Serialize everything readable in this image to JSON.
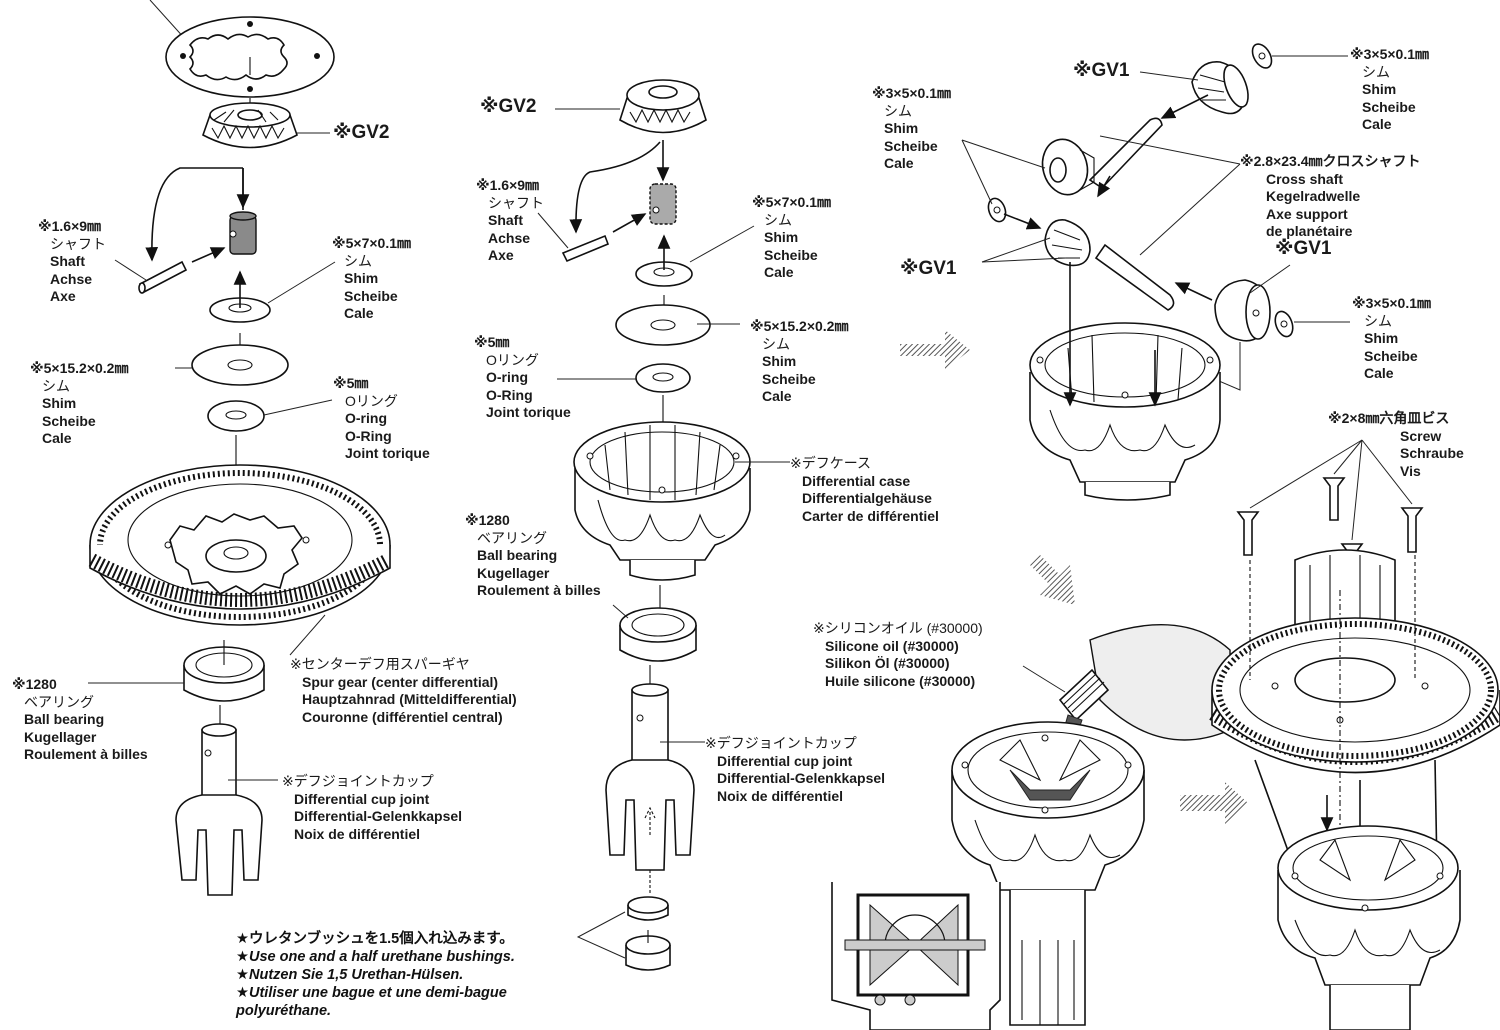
{
  "title": "Center differential assembly (exploded view)",
  "colors": {
    "ink": "#111111",
    "paper": "#ffffff",
    "shaded_part": "#8a8a8a",
    "oil": "#555555"
  },
  "icons": {
    "step_arrow": "hatched-right-arrow",
    "step_arrow_down": "hatched-down-arrow",
    "bullet": "★",
    "reference_mark": "※"
  },
  "left_assembly": {
    "gv2": "※GV2",
    "shaft": {
      "size": "※1.6×9㎜",
      "jp": "シャフト",
      "en": "Shaft",
      "de": "Achse",
      "fr": "Axe"
    },
    "shim_small": {
      "size": "※5×7×0.1㎜",
      "jp": "シム",
      "en": "Shim",
      "de": "Scheibe",
      "fr": "Cale"
    },
    "shim_large": {
      "size": "※5×15.2×0.2㎜",
      "jp": "シム",
      "en": "Shim",
      "de": "Scheibe",
      "fr": "Cale"
    },
    "oring": {
      "size": "※5㎜",
      "jp": "Oリング",
      "en": "O-ring",
      "de": "O-Ring",
      "fr": "Joint torique"
    },
    "spur_gear": {
      "jp": "※センターデフ用スパーギヤ",
      "en": "Spur gear (center differential)",
      "de": "Hauptzahnrad (Mitteldifferential)",
      "fr": "Couronne (différentiel central)"
    },
    "bearing": {
      "size": "※1280",
      "jp": "ベアリング",
      "en": "Ball bearing",
      "de": "Kugellager",
      "fr": "Roulement à billes"
    },
    "cup_joint": {
      "jp": "※デフジョイントカップ",
      "en": "Differential cup joint",
      "de": "Differential-Gelenkkapsel",
      "fr": "Noix de différentiel"
    }
  },
  "middle_assembly": {
    "gv2": "※GV2",
    "shaft": {
      "size": "※1.6×9㎜",
      "jp": "シャフト",
      "en": "Shaft",
      "de": "Achse",
      "fr": "Axe"
    },
    "shim_small": {
      "size": "※5×7×0.1㎜",
      "jp": "シム",
      "en": "Shim",
      "de": "Scheibe",
      "fr": "Cale"
    },
    "shim_large": {
      "size": "※5×15.2×0.2㎜",
      "jp": "シム",
      "en": "Shim",
      "de": "Scheibe",
      "fr": "Cale"
    },
    "oring": {
      "size": "※5㎜",
      "jp": "Oリング",
      "en": "O-ring",
      "de": "O-Ring",
      "fr": "Joint torique"
    },
    "diff_case": {
      "jp": "※デフケース",
      "en": "Differential case",
      "de": "Differentialgehäuse",
      "fr": "Carter de différentiel"
    },
    "bearing": {
      "size": "※1280",
      "jp": "ベアリング",
      "en": "Ball bearing",
      "de": "Kugellager",
      "fr": "Roulement à billes"
    },
    "cup_joint": {
      "jp": "※デフジョイントカップ",
      "en": "Differential cup joint",
      "de": "Differential-Gelenkkapsel",
      "fr": "Noix de différentiel"
    },
    "bushing_note": {
      "jp": "★ウレタンブッシュを1.5個入れ込みます。",
      "en": "★Use one and a half urethane bushings.",
      "de": "★Nutzen Sie 1,5 Urethan-Hülsen.",
      "fr1": "★Utiliser une bague et une demi-bague",
      "fr2": "polyuréthane."
    }
  },
  "right_top_assembly": {
    "gv1_top": "※GV1",
    "gv1_left": "※GV1",
    "gv1_right": "※GV1",
    "shim_top_right": {
      "size": "※3×5×0.1㎜",
      "jp": "シム",
      "en": "Shim",
      "de": "Scheibe",
      "fr": "Cale"
    },
    "shim_left": {
      "size": "※3×5×0.1㎜",
      "jp": "シム",
      "en": "Shim",
      "de": "Scheibe",
      "fr": "Cale"
    },
    "shim_bottom_right": {
      "size": "※3×5×0.1㎜",
      "jp": "シム",
      "en": "Shim",
      "de": "Scheibe",
      "fr": "Cale"
    },
    "cross_shaft": {
      "size": "※2.8×23.4㎜クロスシャフト",
      "en": "Cross shaft",
      "de": "Kegelradwelle",
      "fr1": "Axe support",
      "fr2": "de planétaire"
    }
  },
  "right_bottom_assembly": {
    "silicone_oil": {
      "jp": "※シリコンオイル (#30000)",
      "en": "Silicone oil (#30000)",
      "de": "Silikon Öl (#30000)",
      "fr": "Huile silicone (#30000)"
    },
    "screw": {
      "size": "※2×8㎜六角皿ビス",
      "en": "Screw",
      "de": "Schraube",
      "fr": "Vis"
    }
  }
}
